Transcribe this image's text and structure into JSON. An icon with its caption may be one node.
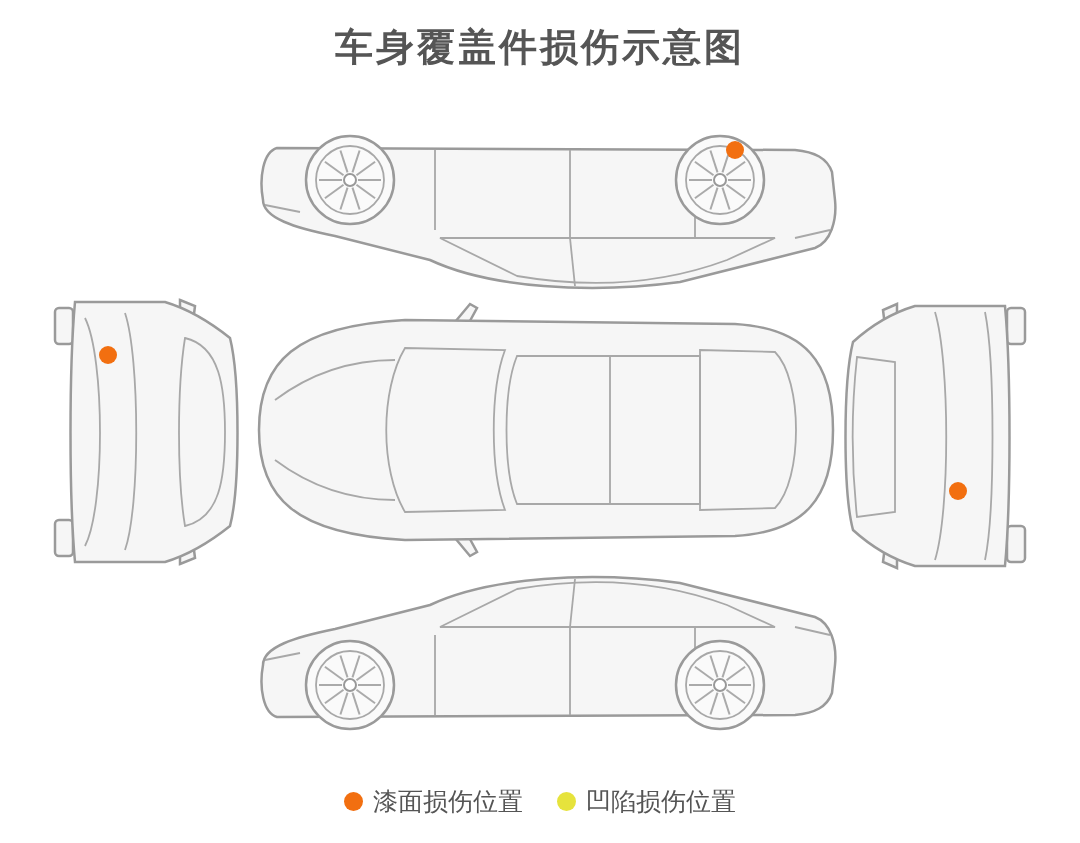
{
  "diagram": {
    "title": "车身覆盖件损伤示意图",
    "legend": [
      {
        "text": "漆面损伤位置",
        "color": "#f26f10"
      },
      {
        "text": "凹陷损伤位置",
        "color": "#e6e33c"
      }
    ]
  }
}
